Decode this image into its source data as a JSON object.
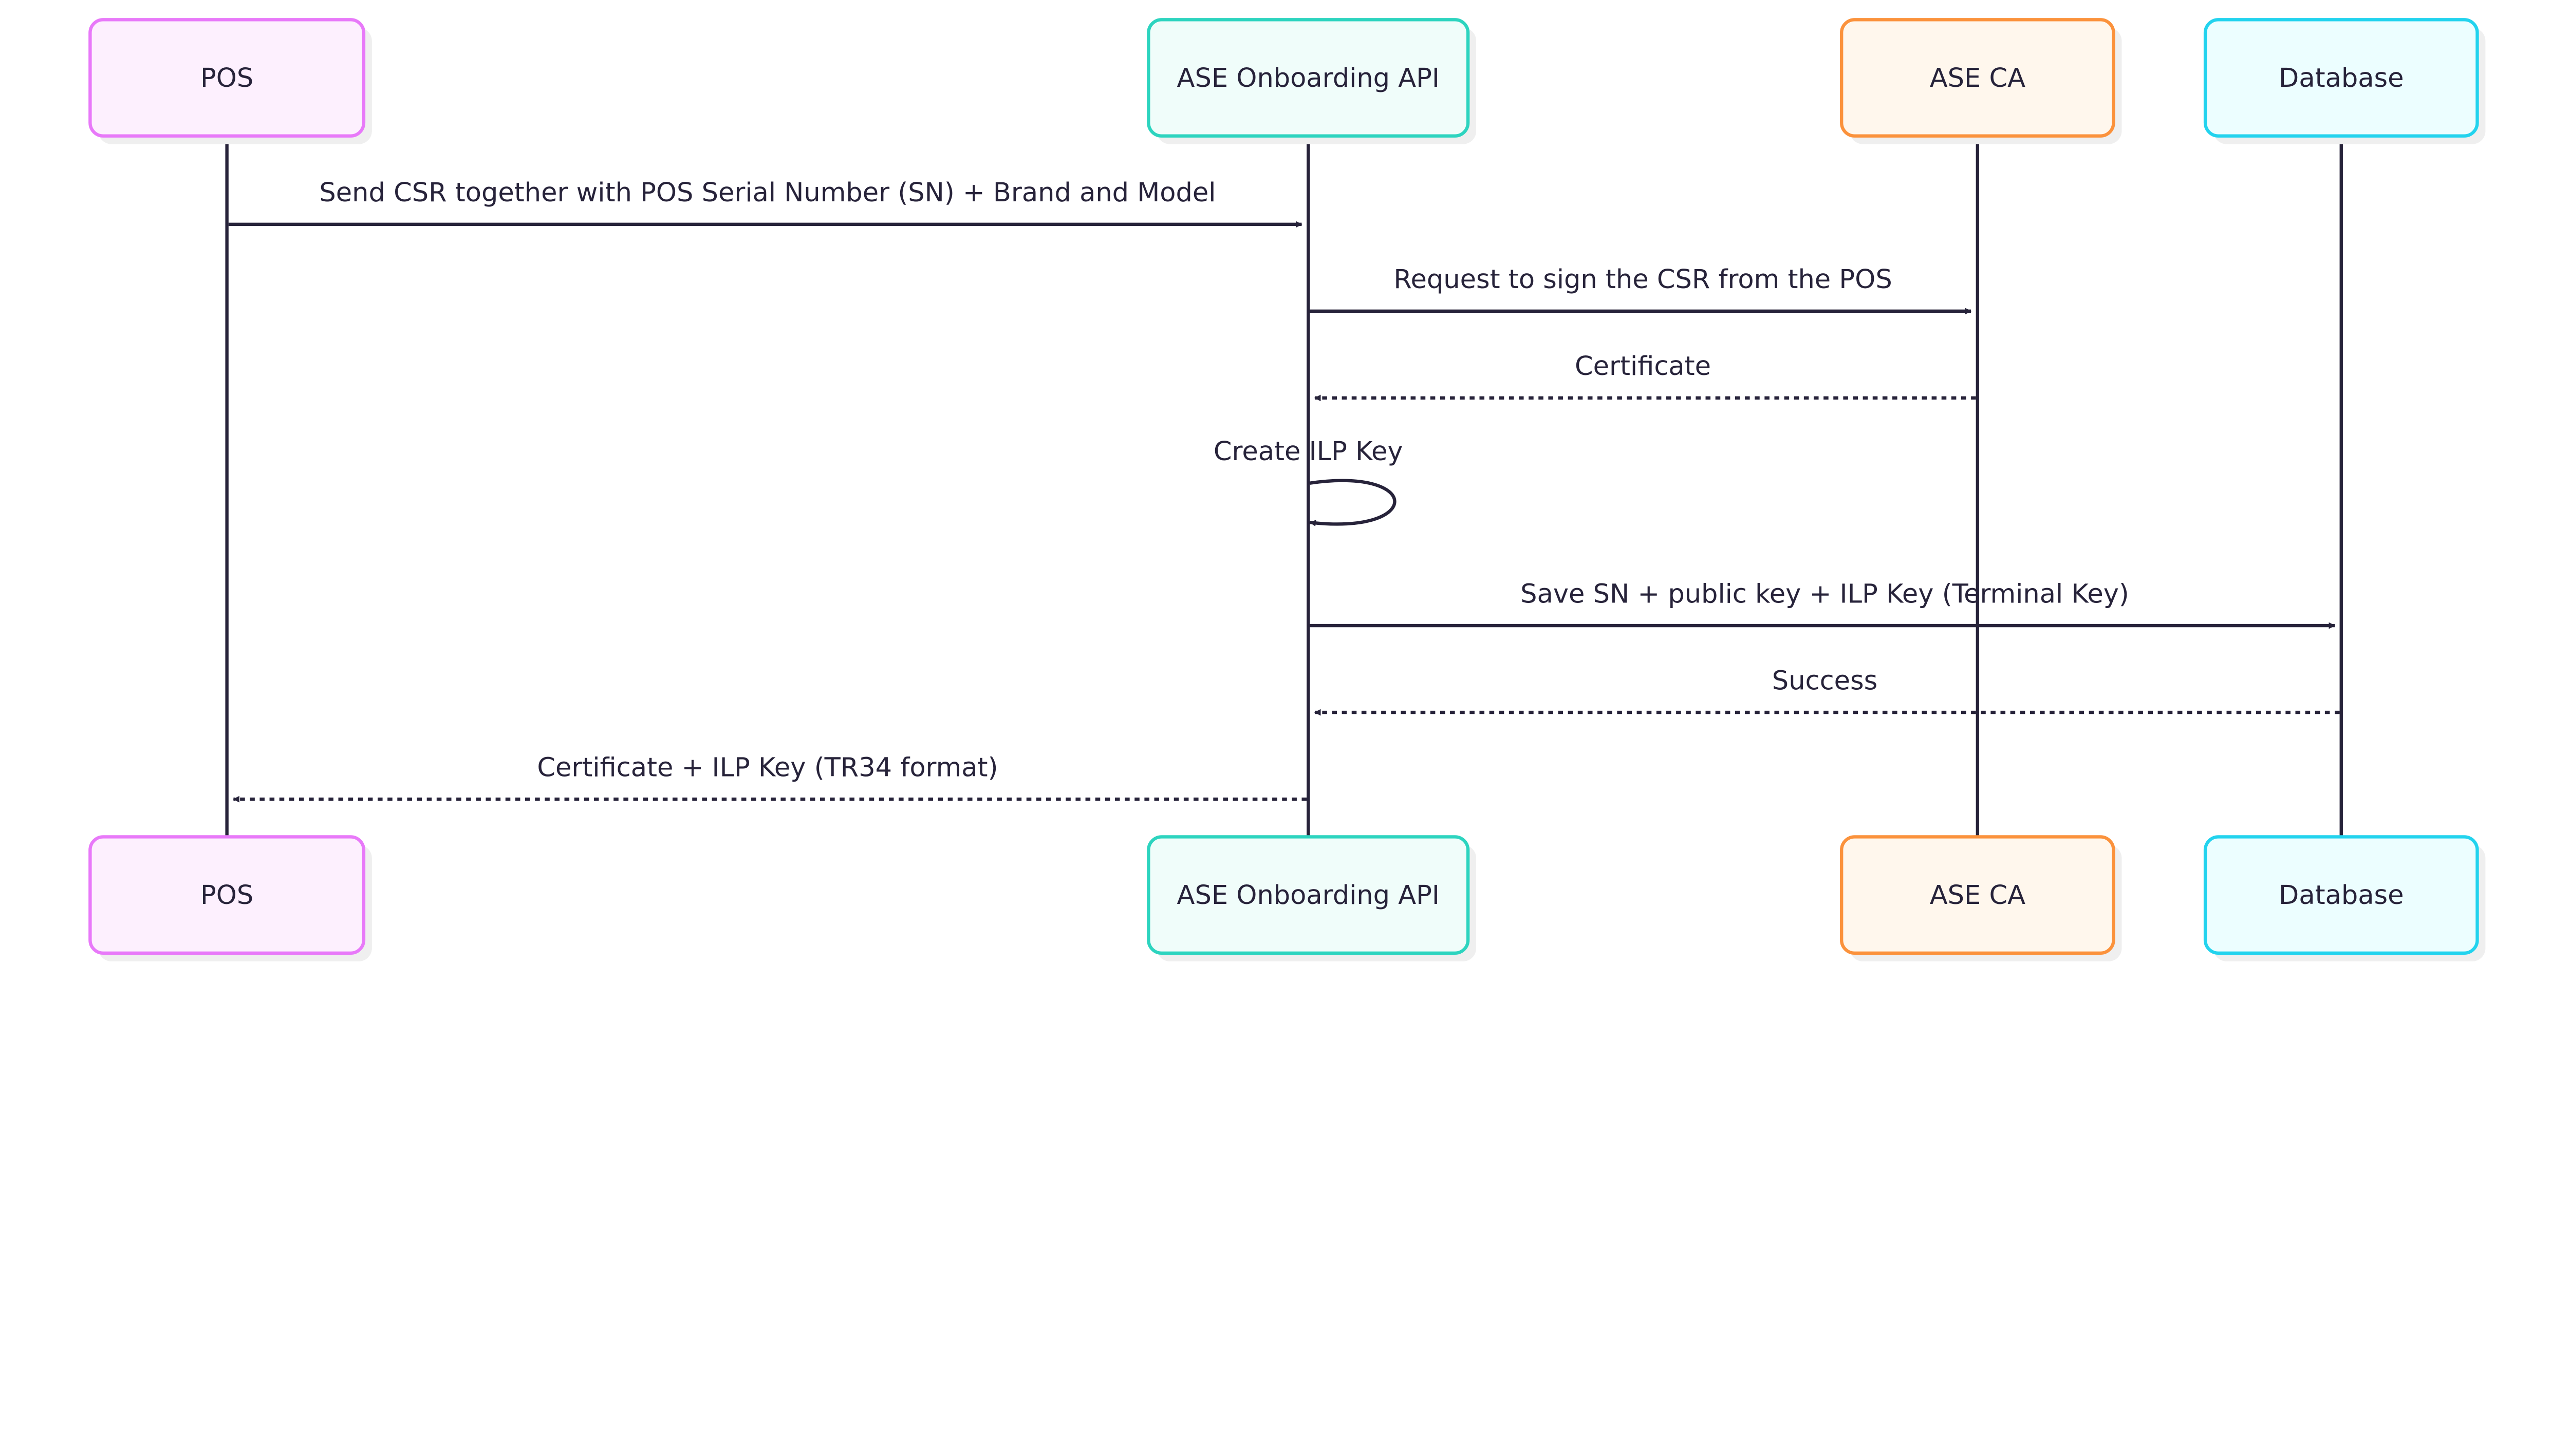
{
  "participants": [
    {
      "id": "pos",
      "label": "POS",
      "stroke": "#e879f9",
      "fill": "#fdf0fe"
    },
    {
      "id": "api",
      "label": "ASE Onboarding API",
      "stroke": "#2dd4bf",
      "fill": "#f0fdfa"
    },
    {
      "id": "ca",
      "label": "ASE CA",
      "stroke": "#fb923c",
      "fill": "#fff7ed"
    },
    {
      "id": "db",
      "label": "Database",
      "stroke": "#22d3ee",
      "fill": "#ecfeff"
    }
  ],
  "messages": [
    {
      "from": "pos",
      "to": "api",
      "label": "Send CSR together with POS Serial Number (SN) + Brand and Model",
      "style": "solid"
    },
    {
      "from": "api",
      "to": "ca",
      "label": "Request to sign the CSR from the POS",
      "style": "solid"
    },
    {
      "from": "ca",
      "to": "api",
      "label": "Certificate",
      "style": "dashed"
    },
    {
      "from": "api",
      "to": "api",
      "label": "Create ILP Key",
      "style": "solid"
    },
    {
      "from": "api",
      "to": "db",
      "label": "Save SN + public key + ILP Key (Terminal Key)",
      "style": "solid"
    },
    {
      "from": "db",
      "to": "api",
      "label": "Success",
      "style": "dashed"
    },
    {
      "from": "api",
      "to": "pos",
      "label": "Certificate + ILP Key (TR34 format)",
      "style": "dashed"
    }
  ],
  "colors": {
    "line": "#27233a",
    "shadow": "#efefef"
  }
}
